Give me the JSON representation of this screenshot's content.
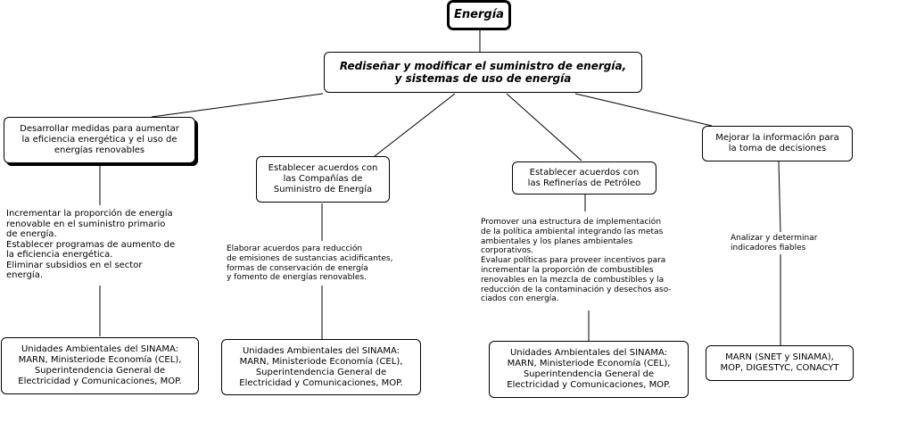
{
  "root": "Energía",
  "main": "Rediseñar y modificar el suministro de energía,\ny sistemas de uso de energía",
  "branches": [
    {
      "title": "Desarrollar medidas para aumentar\nla eficiencia energética y el uso de\nenergías renovables",
      "actions": "Incrementar la proporción de energía\nrenovable en el suministro primario\nde energía.\nEstablecer programas de aumento de\nla eficiencia energética.\nEliminar subsidios en el sector\nenergía.",
      "responsible": "Unidades Ambientales del SINAMA:\nMARN, Ministeriode Economía (CEL),\nSuperintendencia General de\nElectricidad y Comunicaciones, MOP."
    },
    {
      "title": "Establecer acuerdos con\nlas Compañías de\nSuministro de Energía",
      "actions": "Elaborar acuerdos para reducción\nde emisiones de sustancias acidificantes,\nformas de conservación de energía\ny fomento de energías renovables.",
      "responsible": "Unidades Ambientales del SINAMA:\nMARN, Ministeriode Economía (CEL),\nSuperintendencia General de\nElectricidad y Comunicaciones, MOP."
    },
    {
      "title": "Establecer acuerdos con\nlas Refinerías de Petróleo",
      "actions": "Promover una estructura de implementación\nde la política ambiental integrando las metas\nambientales y los planes ambientales\ncorporativos.\nEvaluar políticas para proveer incentivos para\nincrementar la proporción de combustibles\nrenovables en la mezcla de combustibles y la\nreducción de la contaminación y desechos aso-\nciados con energía.",
      "responsible": "Unidades Ambientales del SINAMA:\nMARN, Ministeriode Economía (CEL),\nSuperintendencia General de\nElectricidad y Comunicaciones, MOP."
    },
    {
      "title": "Mejorar la información para\nla toma de decisiones",
      "actions": "Analizar y determinar\nindicadores fiables",
      "responsible": "MARN (SNET y SINAMA),\nMOP, DIGESTYC, CONACYT"
    }
  ]
}
